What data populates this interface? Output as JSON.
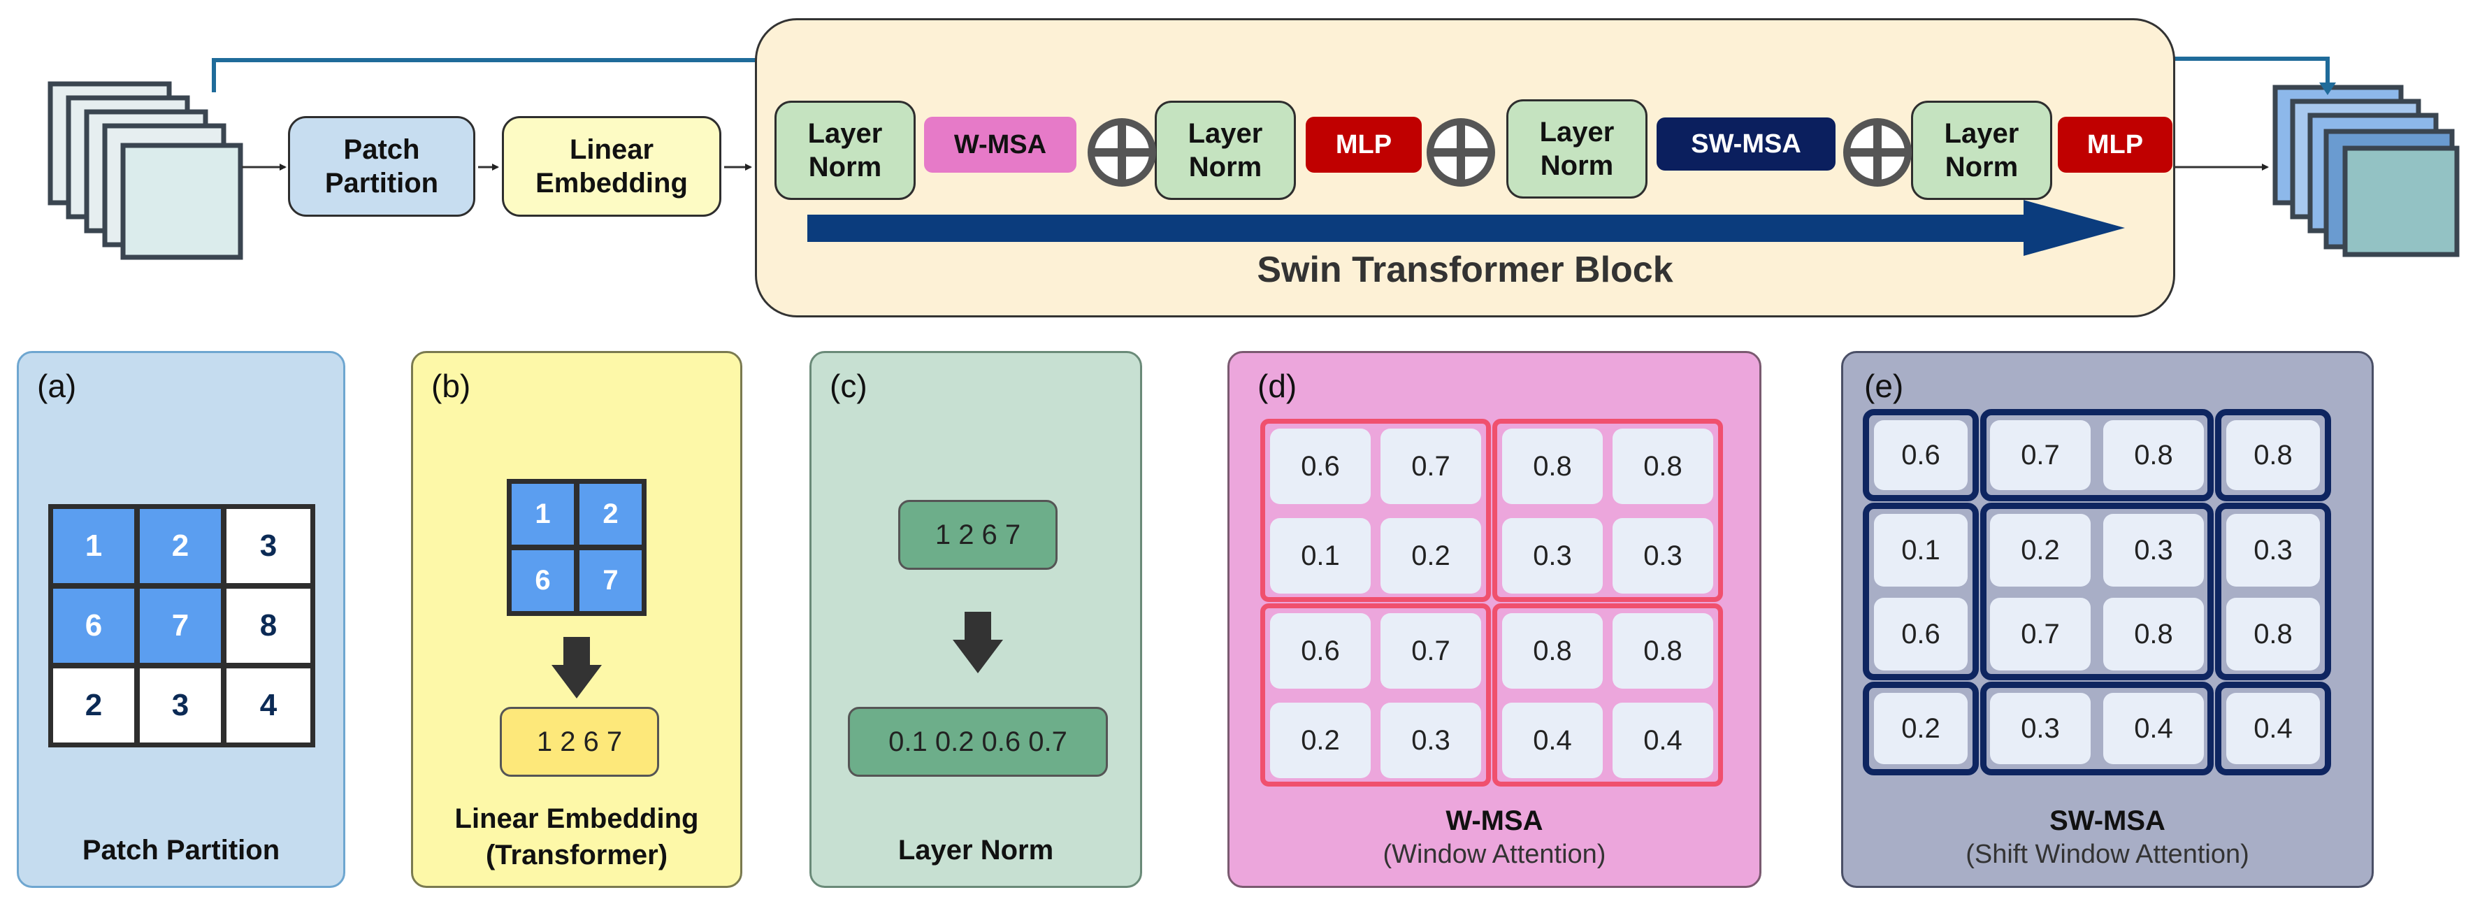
{
  "pipeline": {
    "patch_partition": "Patch\nPartition",
    "linear_embedding": "Linear\nEmbedding",
    "block_title": "Swin Transformer Block",
    "layer_norm": "Layer\nNorm",
    "wmsa": "W-MSA",
    "swmsa": "SW-MSA",
    "mlp": "MLP"
  },
  "panels": {
    "a": {
      "letter": "(a)",
      "title": "Patch Partition",
      "grid": [
        [
          "1",
          "2",
          "3"
        ],
        [
          "6",
          "7",
          "8"
        ],
        [
          "2",
          "3",
          "4"
        ]
      ]
    },
    "b": {
      "letter": "(b)",
      "grid": [
        [
          "1",
          "2"
        ],
        [
          "6",
          "7"
        ]
      ],
      "sequence": "1 2 6 7",
      "title": "Linear Embedding\n(Transformer)"
    },
    "c": {
      "letter": "(c)",
      "input": "1 2 6 7",
      "output": "0.1 0.2 0.6 0.7",
      "title": "Layer Norm"
    },
    "d": {
      "letter": "(d)",
      "title": "W-MSA",
      "subtitle": "(Window Attention)",
      "values": [
        [
          "0.6",
          "0.7",
          "0.8",
          "0.8"
        ],
        [
          "0.1",
          "0.2",
          "0.3",
          "0.3"
        ],
        [
          "0.6",
          "0.7",
          "0.8",
          "0.8"
        ],
        [
          "0.2",
          "0.3",
          "0.4",
          "0.4"
        ]
      ]
    },
    "e": {
      "letter": "(e)",
      "title": "SW-MSA",
      "subtitle": "(Shift Window Attention)",
      "values": [
        [
          "0.6",
          "0.7",
          "0.8",
          "0.8"
        ],
        [
          "0.1",
          "0.2",
          "0.3",
          "0.3"
        ],
        [
          "0.6",
          "0.7",
          "0.8",
          "0.8"
        ],
        [
          "0.2",
          "0.3",
          "0.4",
          "0.4"
        ]
      ]
    }
  },
  "colors": {
    "patch_partition": "#c7ddf0",
    "linear_embedding": "#fdfbc4",
    "layer_norm": "#c5e3c0",
    "block_bg": "#fdf1d6",
    "wmsa": "#e67ac8",
    "swmsa": "#0b1f5e",
    "mlp": "#c00000",
    "arrow_blue": "#0b3c7d",
    "skip_line": "#1f6b9a",
    "panel_a": "#c5dcef",
    "panel_b": "#fdf8a8",
    "panel_c": "#c7e0d2",
    "panel_d": "#eca6dc",
    "panel_e": "#a8aec6",
    "cell_blue": "#5b9ef0",
    "window_red": "#f0506e",
    "window_navy": "#0e2560"
  },
  "icons": {
    "residual_add": "circle-plus-icon",
    "input_stack": "stacked-feature-maps-icon",
    "output_stack": "stacked-feature-maps-icon",
    "down_arrow": "down-arrow-icon"
  }
}
